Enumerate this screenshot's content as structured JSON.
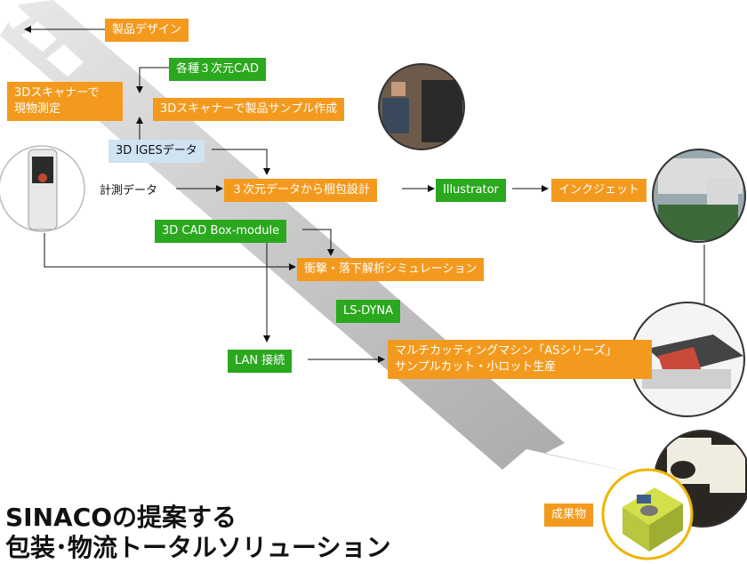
{
  "nodes": {
    "product_design": "製品デザイン",
    "cad_3d": "各種３次元CAD",
    "scanner_measure": "3Dスキャナーで\n現物測定",
    "scanner_sample": "3Dスキャナーで製品サンプル作成",
    "iges_data": "3D IGESデータ",
    "measure_data": "計測データ",
    "packaging_design": "３次元データから梱包設計",
    "illustrator": "Illustrator",
    "inkjet": "インクジェット",
    "box_module": "3D CAD Box-module",
    "simulation": "衝撃・落下解析シミュレーション",
    "ls_dyna": "LS-DYNA",
    "lan": "LAN 接続",
    "cutting_machine_line1": "マルチカッティングマシン「ASシリーズ」",
    "cutting_machine_line2": "サンプルカット・小ロット生産",
    "result": "成果物"
  },
  "title": {
    "line1": "SINACOの提案する",
    "line2": "包装･物流トータルソリューション"
  },
  "colors": {
    "orange": "#f39a1e",
    "green": "#2aa81e",
    "light_blue": "#cfe3f3",
    "flow_arrow": "#b8b8b8"
  },
  "images": [
    "scanner-photo",
    "printer-photo",
    "cutting-machine-photo",
    "product-photo",
    "foam-insert-photo",
    "handheld-scanner-photo"
  ]
}
